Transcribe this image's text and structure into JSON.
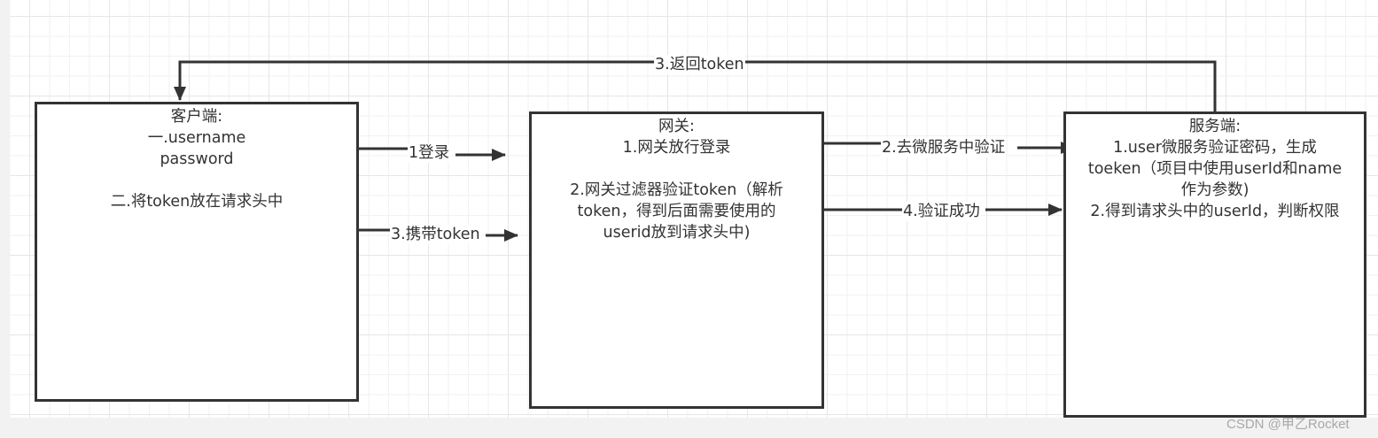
{
  "diagram": {
    "nodes": {
      "client": {
        "title": "客户端:",
        "lines": [
          "一.username",
          "password",
          "",
          "二.将token放在请求头中"
        ]
      },
      "gateway": {
        "title": "网关:",
        "lines": [
          "1.网关放行登录",
          "",
          "2.网关过滤器验证token（解析",
          "token，得到后面需要使用的",
          "userid放到请求头中)"
        ]
      },
      "server": {
        "title": "服务端:",
        "lines": [
          "1.user微服务验证密码，生成",
          "toeken（项目中使用userId和name",
          "作为参数)",
          "2.得到请求头中的userId，判断权限"
        ]
      }
    },
    "edges": {
      "return_token": "3.返回token",
      "login": "1登录",
      "carry_token": "3.携带token",
      "verify": "2.去微服务中验证",
      "success": "4.验证成功"
    },
    "colors": {
      "stroke": "#333333",
      "grid_major": "#e6e6e6",
      "grid_minor": "#f2f2f2",
      "background": "#ffffff"
    }
  },
  "watermark": "CSDN @甲乙Rocket"
}
